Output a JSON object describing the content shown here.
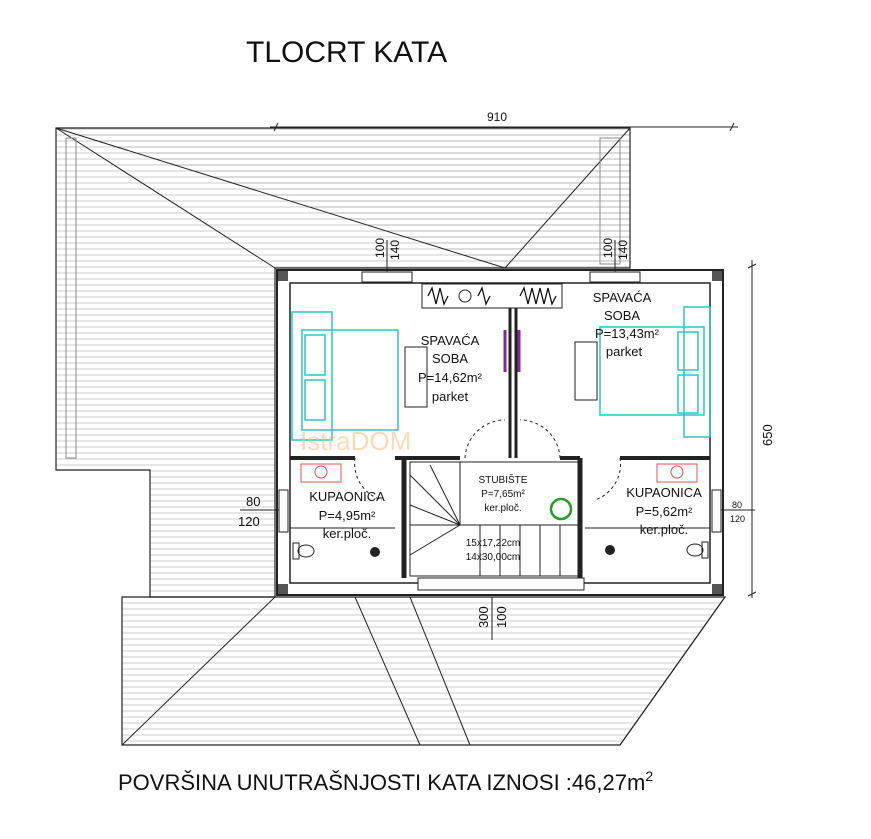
{
  "title": "TLOCRT KATA",
  "footer": {
    "text": "POVRŠINA UNUTRAŠNJOSTI KATA IZNOSI :46,27m",
    "sup": "2"
  },
  "dimensions": {
    "width": "910",
    "height": "650",
    "win_top_left_a": "100",
    "win_top_left_b": "140",
    "win_top_right_a": "100",
    "win_top_right_b": "140",
    "win_left_a": "80",
    "win_left_b": "120",
    "win_right_a": "80",
    "win_right_b": "120",
    "door_bottom_a": "300",
    "door_bottom_b": "100"
  },
  "rooms": [
    {
      "name1": "SPAVAĆA",
      "name2": "SOBA",
      "area": "P=14,62m²",
      "floor": "parket"
    },
    {
      "name1": "SPAVAĆA",
      "name2": "SOBA",
      "area": "P=13,43m²",
      "floor": "parket"
    },
    {
      "name1": "KUPAONICA",
      "area": "P=4,95m²",
      "floor": "ker.ploč."
    },
    {
      "name1": "STUBIŠTE",
      "area": "P=7,65m²",
      "floor": "ker.ploč."
    },
    {
      "name1": "KUPAONICA",
      "area": "P=5,62m²",
      "floor": "ker.ploč."
    }
  ],
  "stairs": {
    "line1": "15x17,22cm",
    "line2": "14x30,00cm"
  },
  "watermark": "IstraDOM",
  "colors": {
    "wall": "#222222",
    "bed": "#2ec4c4",
    "sink": "#e05050",
    "door": "#8a2a9a",
    "plant": "#2a9a2a",
    "watermark": "#f0c080"
  }
}
